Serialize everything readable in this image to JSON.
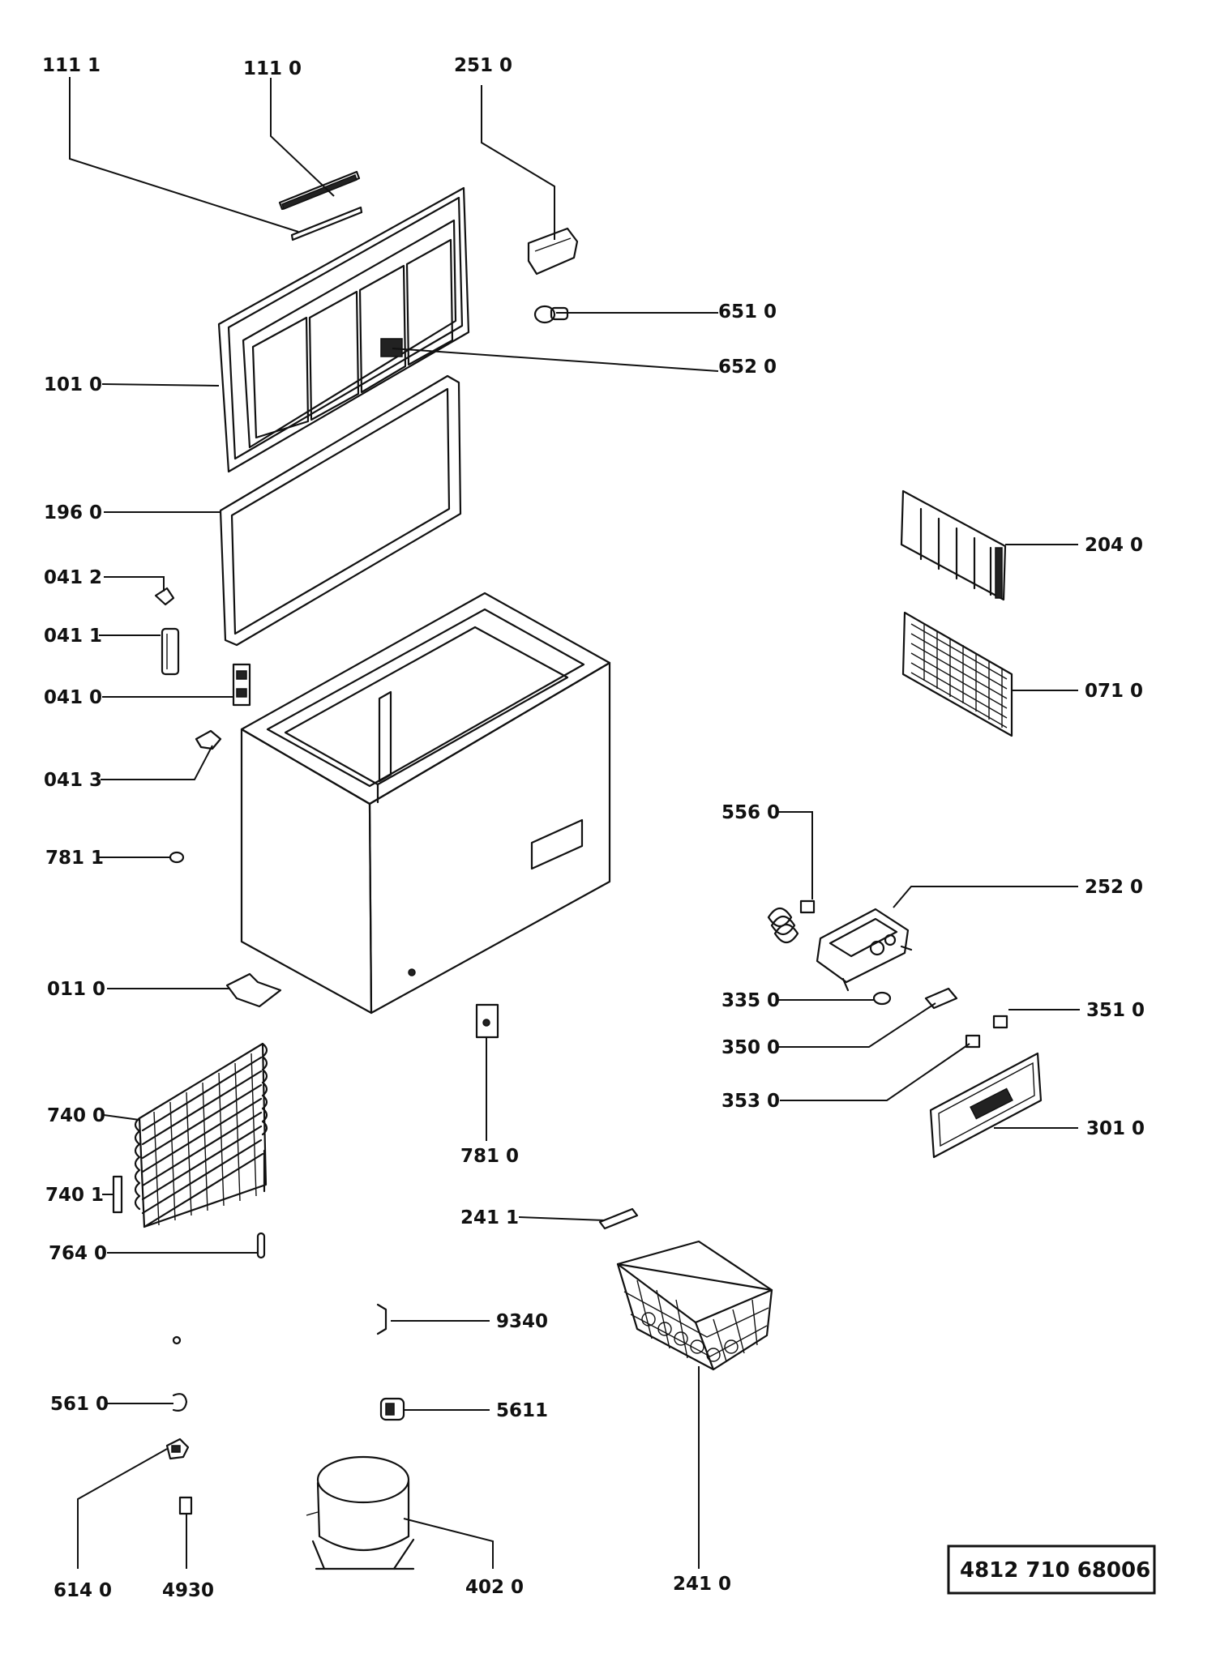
{
  "labels": {
    "l1111": "111 1",
    "l1110": "111 0",
    "l2510": "251 0",
    "l6510": "651 0",
    "l6520": "652 0",
    "l1010": "101 0",
    "l1960": "196 0",
    "l2040": "204 0",
    "l0412": "041 2",
    "l0411": "041 1",
    "l0410": "041 0",
    "l0710": "071 0",
    "l0413": "041 3",
    "l5560": "556 0",
    "l7811": "781 1",
    "l2520": "252 0",
    "l0110": "011 0",
    "l3350": "335 0",
    "l3510": "351 0",
    "l3500": "350 0",
    "l7400": "740 0",
    "l3530": "353 0",
    "l3010": "301 0",
    "l7810": "781 0",
    "l7401": "740 1",
    "l2411": "241 1",
    "l7640": "764 0",
    "l9340": "9340",
    "l5610": "561 0",
    "l5611": "5611",
    "l6140": "614 0",
    "l4930": "4930",
    "l4020": "402  0",
    "l2410": "241 0"
  },
  "doc_code": "4812  710  68006"
}
